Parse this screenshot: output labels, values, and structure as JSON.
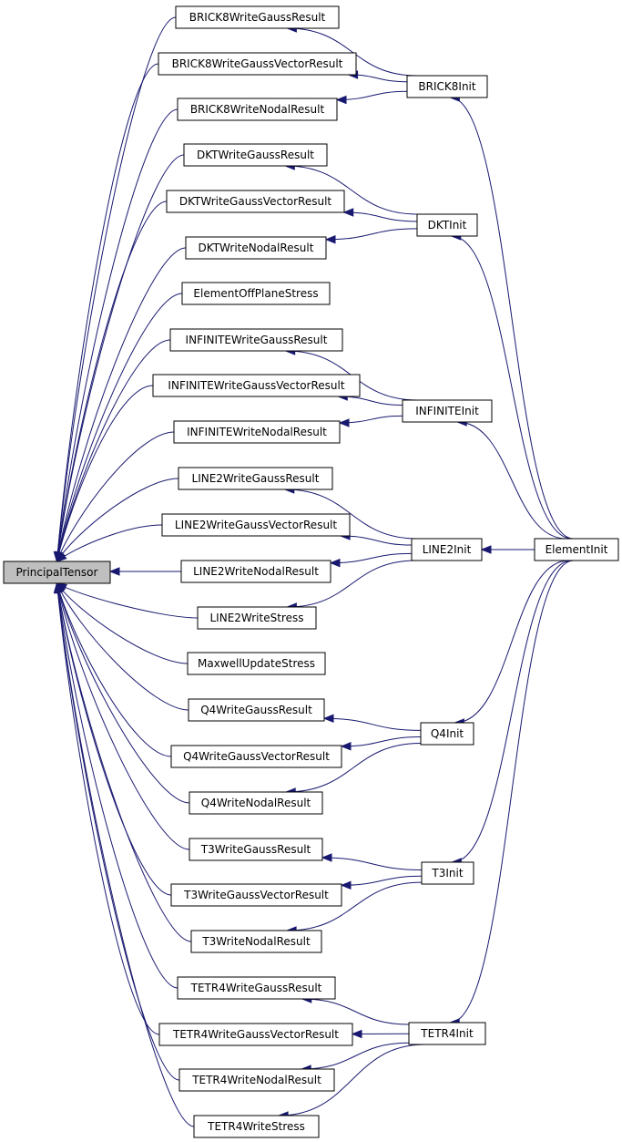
{
  "graph": {
    "root": "PrincipalTensor",
    "accent_color": "#191970",
    "root_fill": "#bfbfbf",
    "nodes": [
      {
        "id": "principal-tensor",
        "label": "PrincipalTensor"
      },
      {
        "id": "brick8-write-gauss-result",
        "label": "BRICK8WriteGaussResult"
      },
      {
        "id": "brick8-write-gauss-vector-result",
        "label": "BRICK8WriteGaussVectorResult"
      },
      {
        "id": "brick8-write-nodal-result",
        "label": "BRICK8WriteNodalResult"
      },
      {
        "id": "brick8-init",
        "label": "BRICK8Init"
      },
      {
        "id": "dkt-write-gauss-result",
        "label": "DKTWriteGaussResult"
      },
      {
        "id": "dkt-write-gauss-vector-result",
        "label": "DKTWriteGaussVectorResult"
      },
      {
        "id": "dkt-write-nodal-result",
        "label": "DKTWriteNodalResult"
      },
      {
        "id": "dkt-init",
        "label": "DKTInit"
      },
      {
        "id": "element-off-plane-stress",
        "label": "ElementOffPlaneStress"
      },
      {
        "id": "infinite-write-gauss-result",
        "label": "INFINITEWriteGaussResult"
      },
      {
        "id": "infinite-write-gauss-vector-result",
        "label": "INFINITEWriteGaussVectorResult"
      },
      {
        "id": "infinite-write-nodal-result",
        "label": "INFINITEWriteNodalResult"
      },
      {
        "id": "infinite-init",
        "label": "INFINITEInit"
      },
      {
        "id": "line2-write-gauss-result",
        "label": "LINE2WriteGaussResult"
      },
      {
        "id": "line2-write-gauss-vector-result",
        "label": "LINE2WriteGaussVectorResult"
      },
      {
        "id": "line2-write-nodal-result",
        "label": "LINE2WriteNodalResult"
      },
      {
        "id": "line2-write-stress",
        "label": "LINE2WriteStress"
      },
      {
        "id": "line2-init",
        "label": "LINE2Init"
      },
      {
        "id": "element-init",
        "label": "ElementInit"
      },
      {
        "id": "maxwell-update-stress",
        "label": "MaxwellUpdateStress"
      },
      {
        "id": "q4-write-gauss-result",
        "label": "Q4WriteGaussResult"
      },
      {
        "id": "q4-write-gauss-vector-result",
        "label": "Q4WriteGaussVectorResult"
      },
      {
        "id": "q4-write-nodal-result",
        "label": "Q4WriteNodalResult"
      },
      {
        "id": "q4-init",
        "label": "Q4Init"
      },
      {
        "id": "t3-write-gauss-result",
        "label": "T3WriteGaussResult"
      },
      {
        "id": "t3-write-gauss-vector-result",
        "label": "T3WriteGaussVectorResult"
      },
      {
        "id": "t3-write-nodal-result",
        "label": "T3WriteNodalResult"
      },
      {
        "id": "t3-init",
        "label": "T3Init"
      },
      {
        "id": "tetr4-write-gauss-result",
        "label": "TETR4WriteGaussResult"
      },
      {
        "id": "tetr4-write-gauss-vector-result",
        "label": "TETR4WriteGaussVectorResult"
      },
      {
        "id": "tetr4-write-nodal-result",
        "label": "TETR4WriteNodalResult"
      },
      {
        "id": "tetr4-write-stress",
        "label": "TETR4WriteStress"
      },
      {
        "id": "tetr4-init",
        "label": "TETR4Init"
      }
    ],
    "edges": [
      [
        "brick8-write-gauss-result",
        "principal-tensor"
      ],
      [
        "brick8-write-gauss-vector-result",
        "principal-tensor"
      ],
      [
        "brick8-write-nodal-result",
        "principal-tensor"
      ],
      [
        "dkt-write-gauss-result",
        "principal-tensor"
      ],
      [
        "dkt-write-gauss-vector-result",
        "principal-tensor"
      ],
      [
        "dkt-write-nodal-result",
        "principal-tensor"
      ],
      [
        "element-off-plane-stress",
        "principal-tensor"
      ],
      [
        "infinite-write-gauss-result",
        "principal-tensor"
      ],
      [
        "infinite-write-gauss-vector-result",
        "principal-tensor"
      ],
      [
        "infinite-write-nodal-result",
        "principal-tensor"
      ],
      [
        "line2-write-gauss-result",
        "principal-tensor"
      ],
      [
        "line2-write-gauss-vector-result",
        "principal-tensor"
      ],
      [
        "line2-write-nodal-result",
        "principal-tensor"
      ],
      [
        "line2-write-stress",
        "principal-tensor"
      ],
      [
        "maxwell-update-stress",
        "principal-tensor"
      ],
      [
        "q4-write-gauss-result",
        "principal-tensor"
      ],
      [
        "q4-write-gauss-vector-result",
        "principal-tensor"
      ],
      [
        "q4-write-nodal-result",
        "principal-tensor"
      ],
      [
        "t3-write-gauss-result",
        "principal-tensor"
      ],
      [
        "t3-write-gauss-vector-result",
        "principal-tensor"
      ],
      [
        "t3-write-nodal-result",
        "principal-tensor"
      ],
      [
        "tetr4-write-gauss-result",
        "principal-tensor"
      ],
      [
        "tetr4-write-gauss-vector-result",
        "principal-tensor"
      ],
      [
        "tetr4-write-nodal-result",
        "principal-tensor"
      ],
      [
        "tetr4-write-stress",
        "principal-tensor"
      ],
      [
        "brick8-init",
        "brick8-write-gauss-result"
      ],
      [
        "brick8-init",
        "brick8-write-gauss-vector-result"
      ],
      [
        "brick8-init",
        "brick8-write-nodal-result"
      ],
      [
        "dkt-init",
        "dkt-write-gauss-result"
      ],
      [
        "dkt-init",
        "dkt-write-gauss-vector-result"
      ],
      [
        "dkt-init",
        "dkt-write-nodal-result"
      ],
      [
        "infinite-init",
        "infinite-write-gauss-result"
      ],
      [
        "infinite-init",
        "infinite-write-gauss-vector-result"
      ],
      [
        "infinite-init",
        "infinite-write-nodal-result"
      ],
      [
        "line2-init",
        "line2-write-gauss-result"
      ],
      [
        "line2-init",
        "line2-write-gauss-vector-result"
      ],
      [
        "line2-init",
        "line2-write-nodal-result"
      ],
      [
        "line2-init",
        "line2-write-stress"
      ],
      [
        "q4-init",
        "q4-write-gauss-result"
      ],
      [
        "q4-init",
        "q4-write-gauss-vector-result"
      ],
      [
        "q4-init",
        "q4-write-nodal-result"
      ],
      [
        "t3-init",
        "t3-write-gauss-result"
      ],
      [
        "t3-init",
        "t3-write-gauss-vector-result"
      ],
      [
        "t3-init",
        "t3-write-nodal-result"
      ],
      [
        "tetr4-init",
        "tetr4-write-gauss-result"
      ],
      [
        "tetr4-init",
        "tetr4-write-gauss-vector-result"
      ],
      [
        "tetr4-init",
        "tetr4-write-nodal-result"
      ],
      [
        "tetr4-init",
        "tetr4-write-stress"
      ],
      [
        "element-init",
        "brick8-init"
      ],
      [
        "element-init",
        "dkt-init"
      ],
      [
        "element-init",
        "infinite-init"
      ],
      [
        "element-init",
        "line2-init"
      ],
      [
        "element-init",
        "q4-init"
      ],
      [
        "element-init",
        "t3-init"
      ],
      [
        "element-init",
        "tetr4-init"
      ]
    ]
  }
}
